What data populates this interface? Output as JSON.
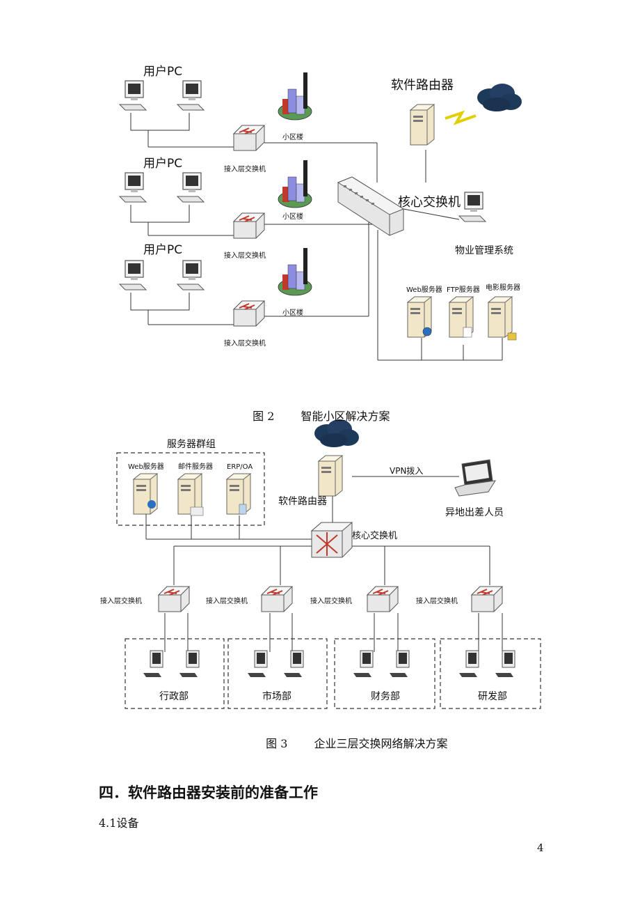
{
  "figure2": {
    "user_pc": "用户PC",
    "building": "小区楼",
    "access_switch": "接入层交换机",
    "software_router": "软件路由器",
    "core_switch": "核心交换机",
    "property_system": "物业管理系统",
    "web_server": "Web服务器",
    "ftp_server": "FTP服务器",
    "movie_server": "电影服务器",
    "caption_num": "图 2",
    "caption_text": "智能小区解决方案"
  },
  "figure3": {
    "server_group": "服务器群组",
    "web_server": "Web服务器",
    "mail_server": "邮件服务器",
    "erp_oa": "ERP/OA",
    "software_router": "软件路由器",
    "vpn": "VPN拨入",
    "remote_staff": "异地出差人员",
    "core_switch": "核心交换机",
    "access_switch": "接入层交换机",
    "departments": [
      "行政部",
      "市场部",
      "财务部",
      "研发部"
    ],
    "caption_num": "图 3",
    "caption_text": "企业三层交换网络解决方案"
  },
  "section_title": "四．软件路由器安装前的准备工作",
  "subsection": "4.1设备",
  "page_number": "4"
}
